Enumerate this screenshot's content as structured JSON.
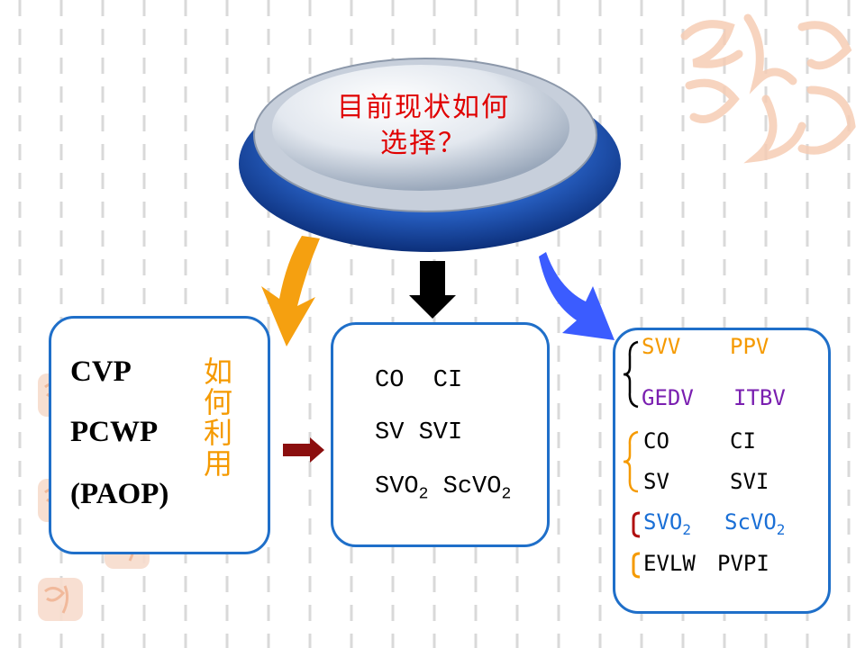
{
  "hub": {
    "line1": "目前现状如何",
    "line2": "选择？"
  },
  "left_box": {
    "items": [
      "CVP",
      "PCWP",
      "(PAOP)"
    ],
    "side_label": [
      "如",
      "何",
      "利",
      "用"
    ]
  },
  "middle_box": {
    "row1": "CO  CI",
    "row2": "SV SVI",
    "row3_a": "SVO",
    "row3_a_sub": "2",
    "row3_b": " ScVO",
    "row3_b_sub": "2"
  },
  "right_box": {
    "svv": "SVV",
    "ppv": "PPV",
    "gedv": "GEDV",
    "itbv": "ITBV",
    "co": "CO",
    "ci": "CI",
    "sv": "SV",
    "svi": "SVI",
    "svo2": "SVO",
    "svo2_sub": "2",
    "scvo2": "ScVO",
    "scvo2_sub": "2",
    "evlw": "EVLW",
    "pvpi": "PVPI"
  },
  "colors": {
    "box_border": "#1f6fc9",
    "hub_text": "#e00000",
    "orange": "#f59a00",
    "purple": "#7a1fb0",
    "blue": "#1a6fd6",
    "dark_red_arrow": "#8b0f0f",
    "blue_arrow": "#3b5cff"
  }
}
